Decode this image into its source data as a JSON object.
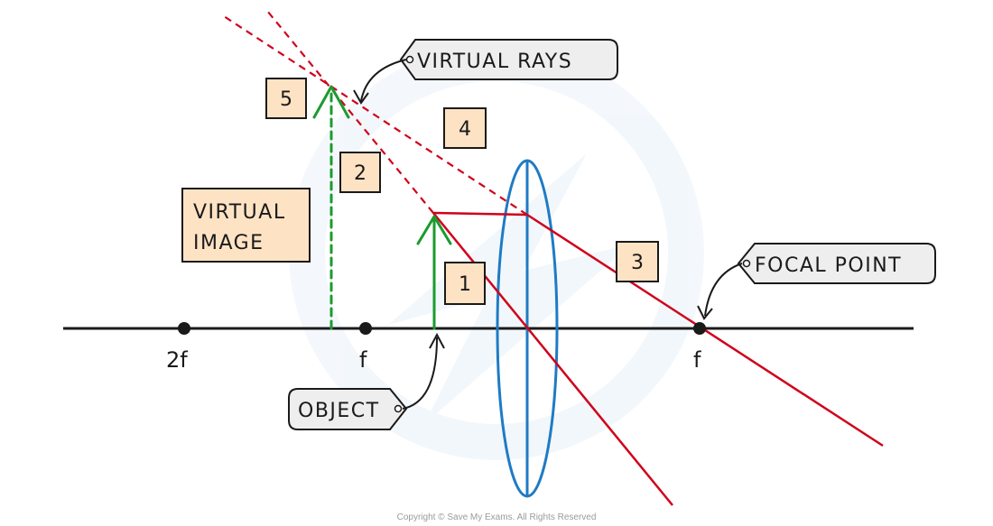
{
  "diagram": {
    "axis_labels": {
      "two_f": "2f",
      "f_left": "f",
      "f_right": "f"
    },
    "boxes": {
      "one": "1",
      "two": "2",
      "three": "3",
      "four": "4",
      "five": "5",
      "virtual_image_line1": "VIRTUAL",
      "virtual_image_line2": "IMAGE"
    },
    "callouts": {
      "virtual_rays": "VIRTUAL  RAYS",
      "focal_point": "FOCAL  POINT",
      "object": "OBJECT"
    },
    "copyright": "Copyright © Save My Exams. All Rights Reserved",
    "colors": {
      "ray": "#d0021b",
      "arrow": "#1a9b2e",
      "lens": "#1f7bc4",
      "box_fill": "#fde3c4",
      "tag_fill": "#eeeeee",
      "line": "#1a1a1a"
    }
  }
}
